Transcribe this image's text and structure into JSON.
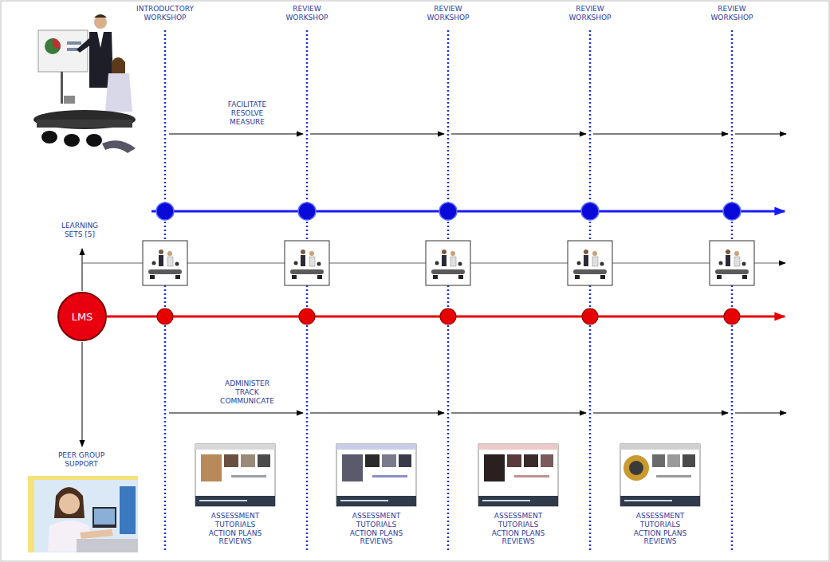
{
  "diagram": {
    "nodes": [
      {
        "text": [
          "LMS"
        ]
      }
    ],
    "labels": [
      "INTRODUCTORY WORKSHOP",
      "REVIEW WORKSHOP",
      "REVIEW WORKSHOP",
      "REVIEW WORKSHOP",
      "REVIEW WORKSHOP",
      "FACILITATE RESOLVE MEASURE",
      "LEARNING SETS [5]",
      "ADMINISTER TRACK COMMUNICATE",
      "PEER GROUP SUPPORT",
      "ASSESSMENT TUTORIALS ACTION PLANS REVIEWS",
      "ASSESSMENT TUTORIALS ACTION PLANS REVIEWS",
      "ASSESSMENT TUTORIALS ACTION PLANS REVIEWS",
      "ASSESSMENT TUTORIALS ACTION PLANS REVIEWS"
    ]
  }
}
